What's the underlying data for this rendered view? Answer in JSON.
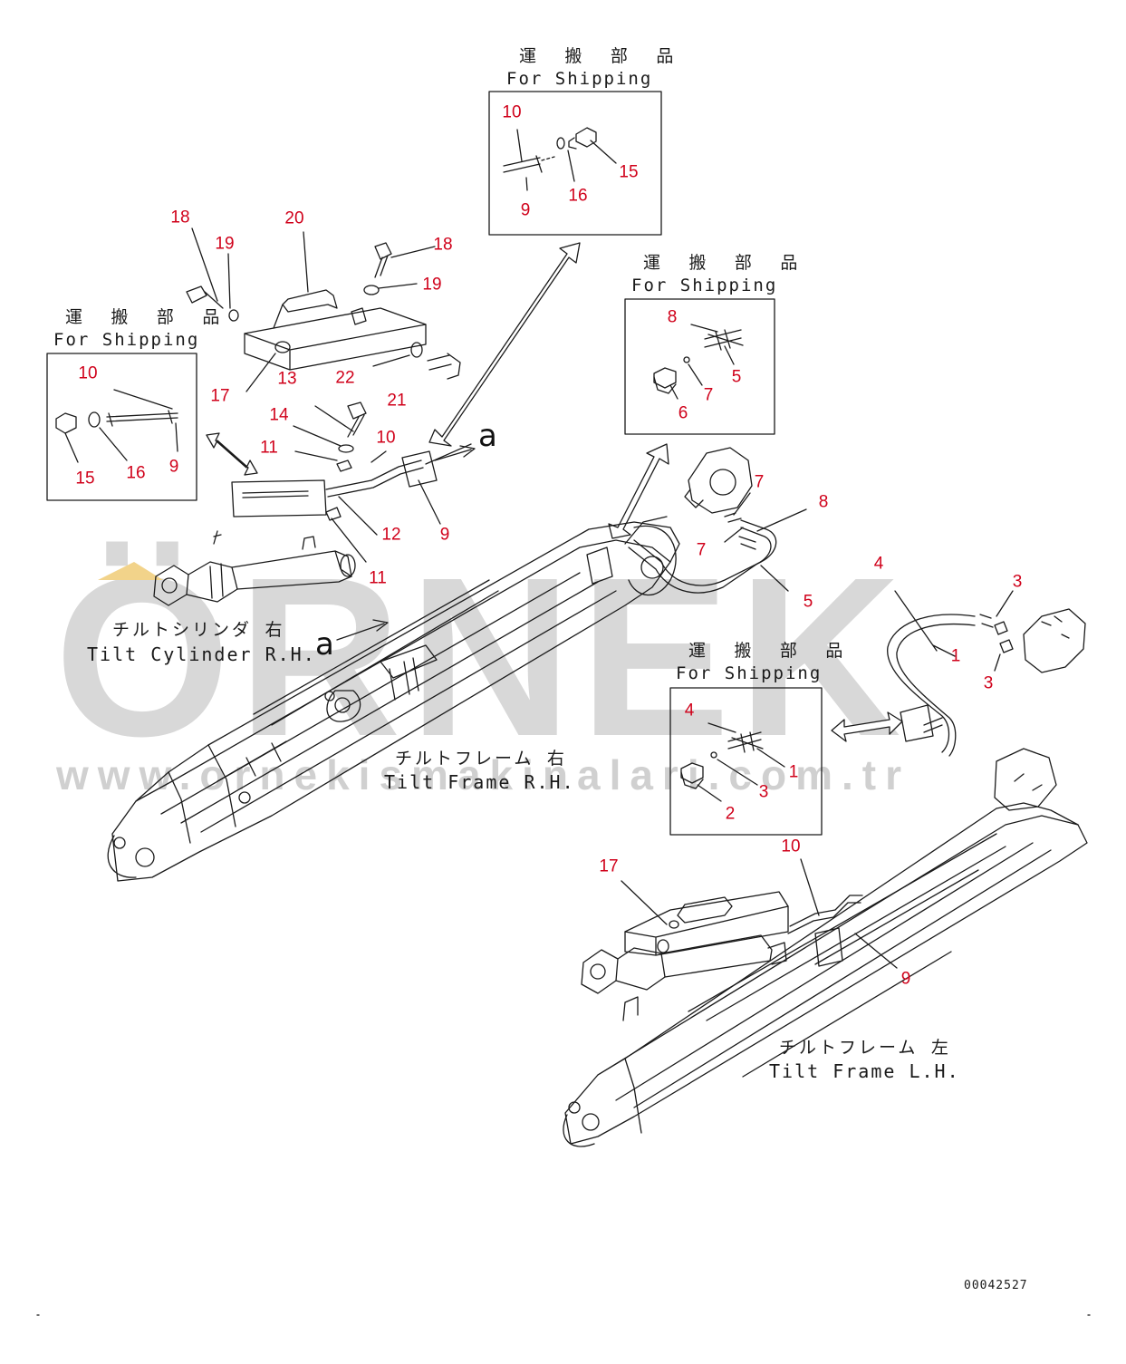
{
  "shipping_box": {
    "title_jp": "運 搬 部 品",
    "title_en": "For Shipping"
  },
  "captions": {
    "tilt_cylinder_rh_jp": "チルトシリンダ 右",
    "tilt_cylinder_rh_en": "Tilt Cylinder R.H.",
    "tilt_frame_rh_jp": "チルトフレーム 右",
    "tilt_frame_rh_en": "Tilt Frame R.H.",
    "tilt_frame_lh_jp": "チルトフレーム 左",
    "tilt_frame_lh_en": "Tilt Frame L.H."
  },
  "view_marker": "a",
  "drawing_number": "00042527",
  "watermark": {
    "brand": "ÖRNEK",
    "url": "www.ornekismakinalari.com.tr"
  },
  "callouts": {
    "top_box": [
      "10",
      "9",
      "16",
      "15"
    ],
    "right_box": [
      "8",
      "5",
      "7",
      "6"
    ],
    "left_box": [
      "10",
      "15",
      "16",
      "9"
    ],
    "lh_box": [
      "4",
      "1",
      "3",
      "2"
    ],
    "guard": [
      "18",
      "19",
      "20",
      "18",
      "19",
      "17",
      "13",
      "22",
      "21"
    ],
    "rh_hose": [
      "14",
      "11",
      "10",
      "12",
      "9",
      "11"
    ],
    "rh_motor": [
      "7",
      "8",
      "7",
      "5"
    ],
    "lh_motor": [
      "4",
      "3",
      "1",
      "3"
    ],
    "lh_frame": [
      "17",
      "10",
      "9"
    ]
  },
  "colors": {
    "callout": "#d0021b",
    "line": "#1a1a1a",
    "watermark": "#d8d8d8",
    "watermark_accent": "#f2d38a"
  }
}
